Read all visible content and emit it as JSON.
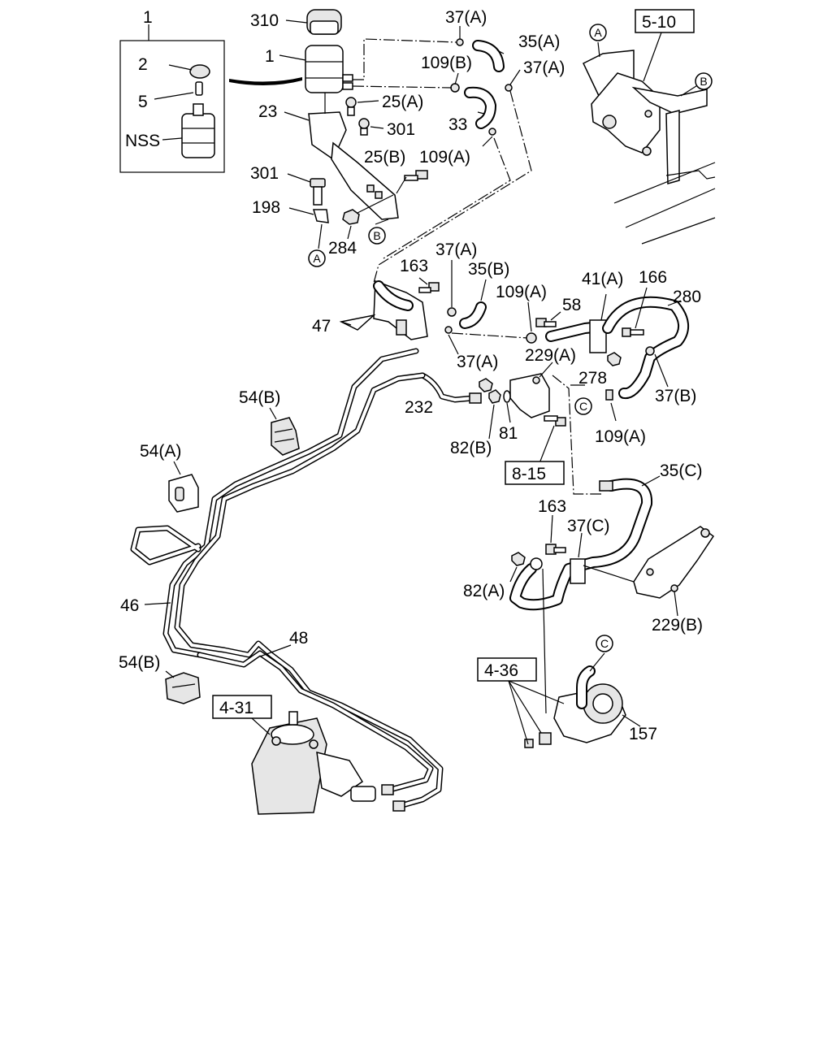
{
  "diagram": {
    "callouts": [
      {
        "id": "c1-box",
        "text": "1"
      },
      {
        "id": "c310",
        "text": "310"
      },
      {
        "id": "c1",
        "text": "1"
      },
      {
        "id": "c2",
        "text": "2"
      },
      {
        "id": "c5",
        "text": "5"
      },
      {
        "id": "cNSS",
        "text": "NSS"
      },
      {
        "id": "c23",
        "text": "23"
      },
      {
        "id": "c25A",
        "text": "25(A)"
      },
      {
        "id": "c301a",
        "text": "301"
      },
      {
        "id": "c25B",
        "text": "25(B)"
      },
      {
        "id": "c109A-top",
        "text": "109(A)"
      },
      {
        "id": "c301b",
        "text": "301"
      },
      {
        "id": "c198",
        "text": "198"
      },
      {
        "id": "c284",
        "text": "284"
      },
      {
        "id": "c37A-1",
        "text": "37(A)"
      },
      {
        "id": "c35A",
        "text": "35(A)"
      },
      {
        "id": "c109B",
        "text": "109(B)"
      },
      {
        "id": "c37A-2",
        "text": "37(A)"
      },
      {
        "id": "c33",
        "text": "33"
      },
      {
        "id": "c163a",
        "text": "163"
      },
      {
        "id": "c37A-3",
        "text": "37(A)"
      },
      {
        "id": "c35B",
        "text": "35(B)"
      },
      {
        "id": "c47",
        "text": "47"
      },
      {
        "id": "c109A-mid",
        "text": "109(A)"
      },
      {
        "id": "c58",
        "text": "58"
      },
      {
        "id": "c41A",
        "text": "41(A)"
      },
      {
        "id": "c166",
        "text": "166"
      },
      {
        "id": "c280",
        "text": "280"
      },
      {
        "id": "c37A-4",
        "text": "37(A)"
      },
      {
        "id": "c229A",
        "text": "229(A)"
      },
      {
        "id": "c278",
        "text": "278"
      },
      {
        "id": "c37B",
        "text": "37(B)"
      },
      {
        "id": "c232",
        "text": "232"
      },
      {
        "id": "c81",
        "text": "81"
      },
      {
        "id": "c82B",
        "text": "82(B)"
      },
      {
        "id": "c109A-right",
        "text": "109(A)"
      },
      {
        "id": "c54B-top",
        "text": "54(B)"
      },
      {
        "id": "c54A",
        "text": "54(A)"
      },
      {
        "id": "c35C",
        "text": "35(C)"
      },
      {
        "id": "c163b",
        "text": "163"
      },
      {
        "id": "c37C",
        "text": "37(C)"
      },
      {
        "id": "c82A",
        "text": "82(A)"
      },
      {
        "id": "c229B",
        "text": "229(B)"
      },
      {
        "id": "c46",
        "text": "46"
      },
      {
        "id": "c48",
        "text": "48"
      },
      {
        "id": "c54B-bottom",
        "text": "54(B)"
      },
      {
        "id": "c157",
        "text": "157"
      }
    ],
    "refs": {
      "r510": "5-10",
      "r815": "8-15",
      "r436": "4-36",
      "r431": "4-31"
    },
    "markers": {
      "mA1": "A",
      "mA2": "A",
      "mB1": "B",
      "mB2": "B",
      "mC1": "C",
      "mC2": "C"
    }
  }
}
